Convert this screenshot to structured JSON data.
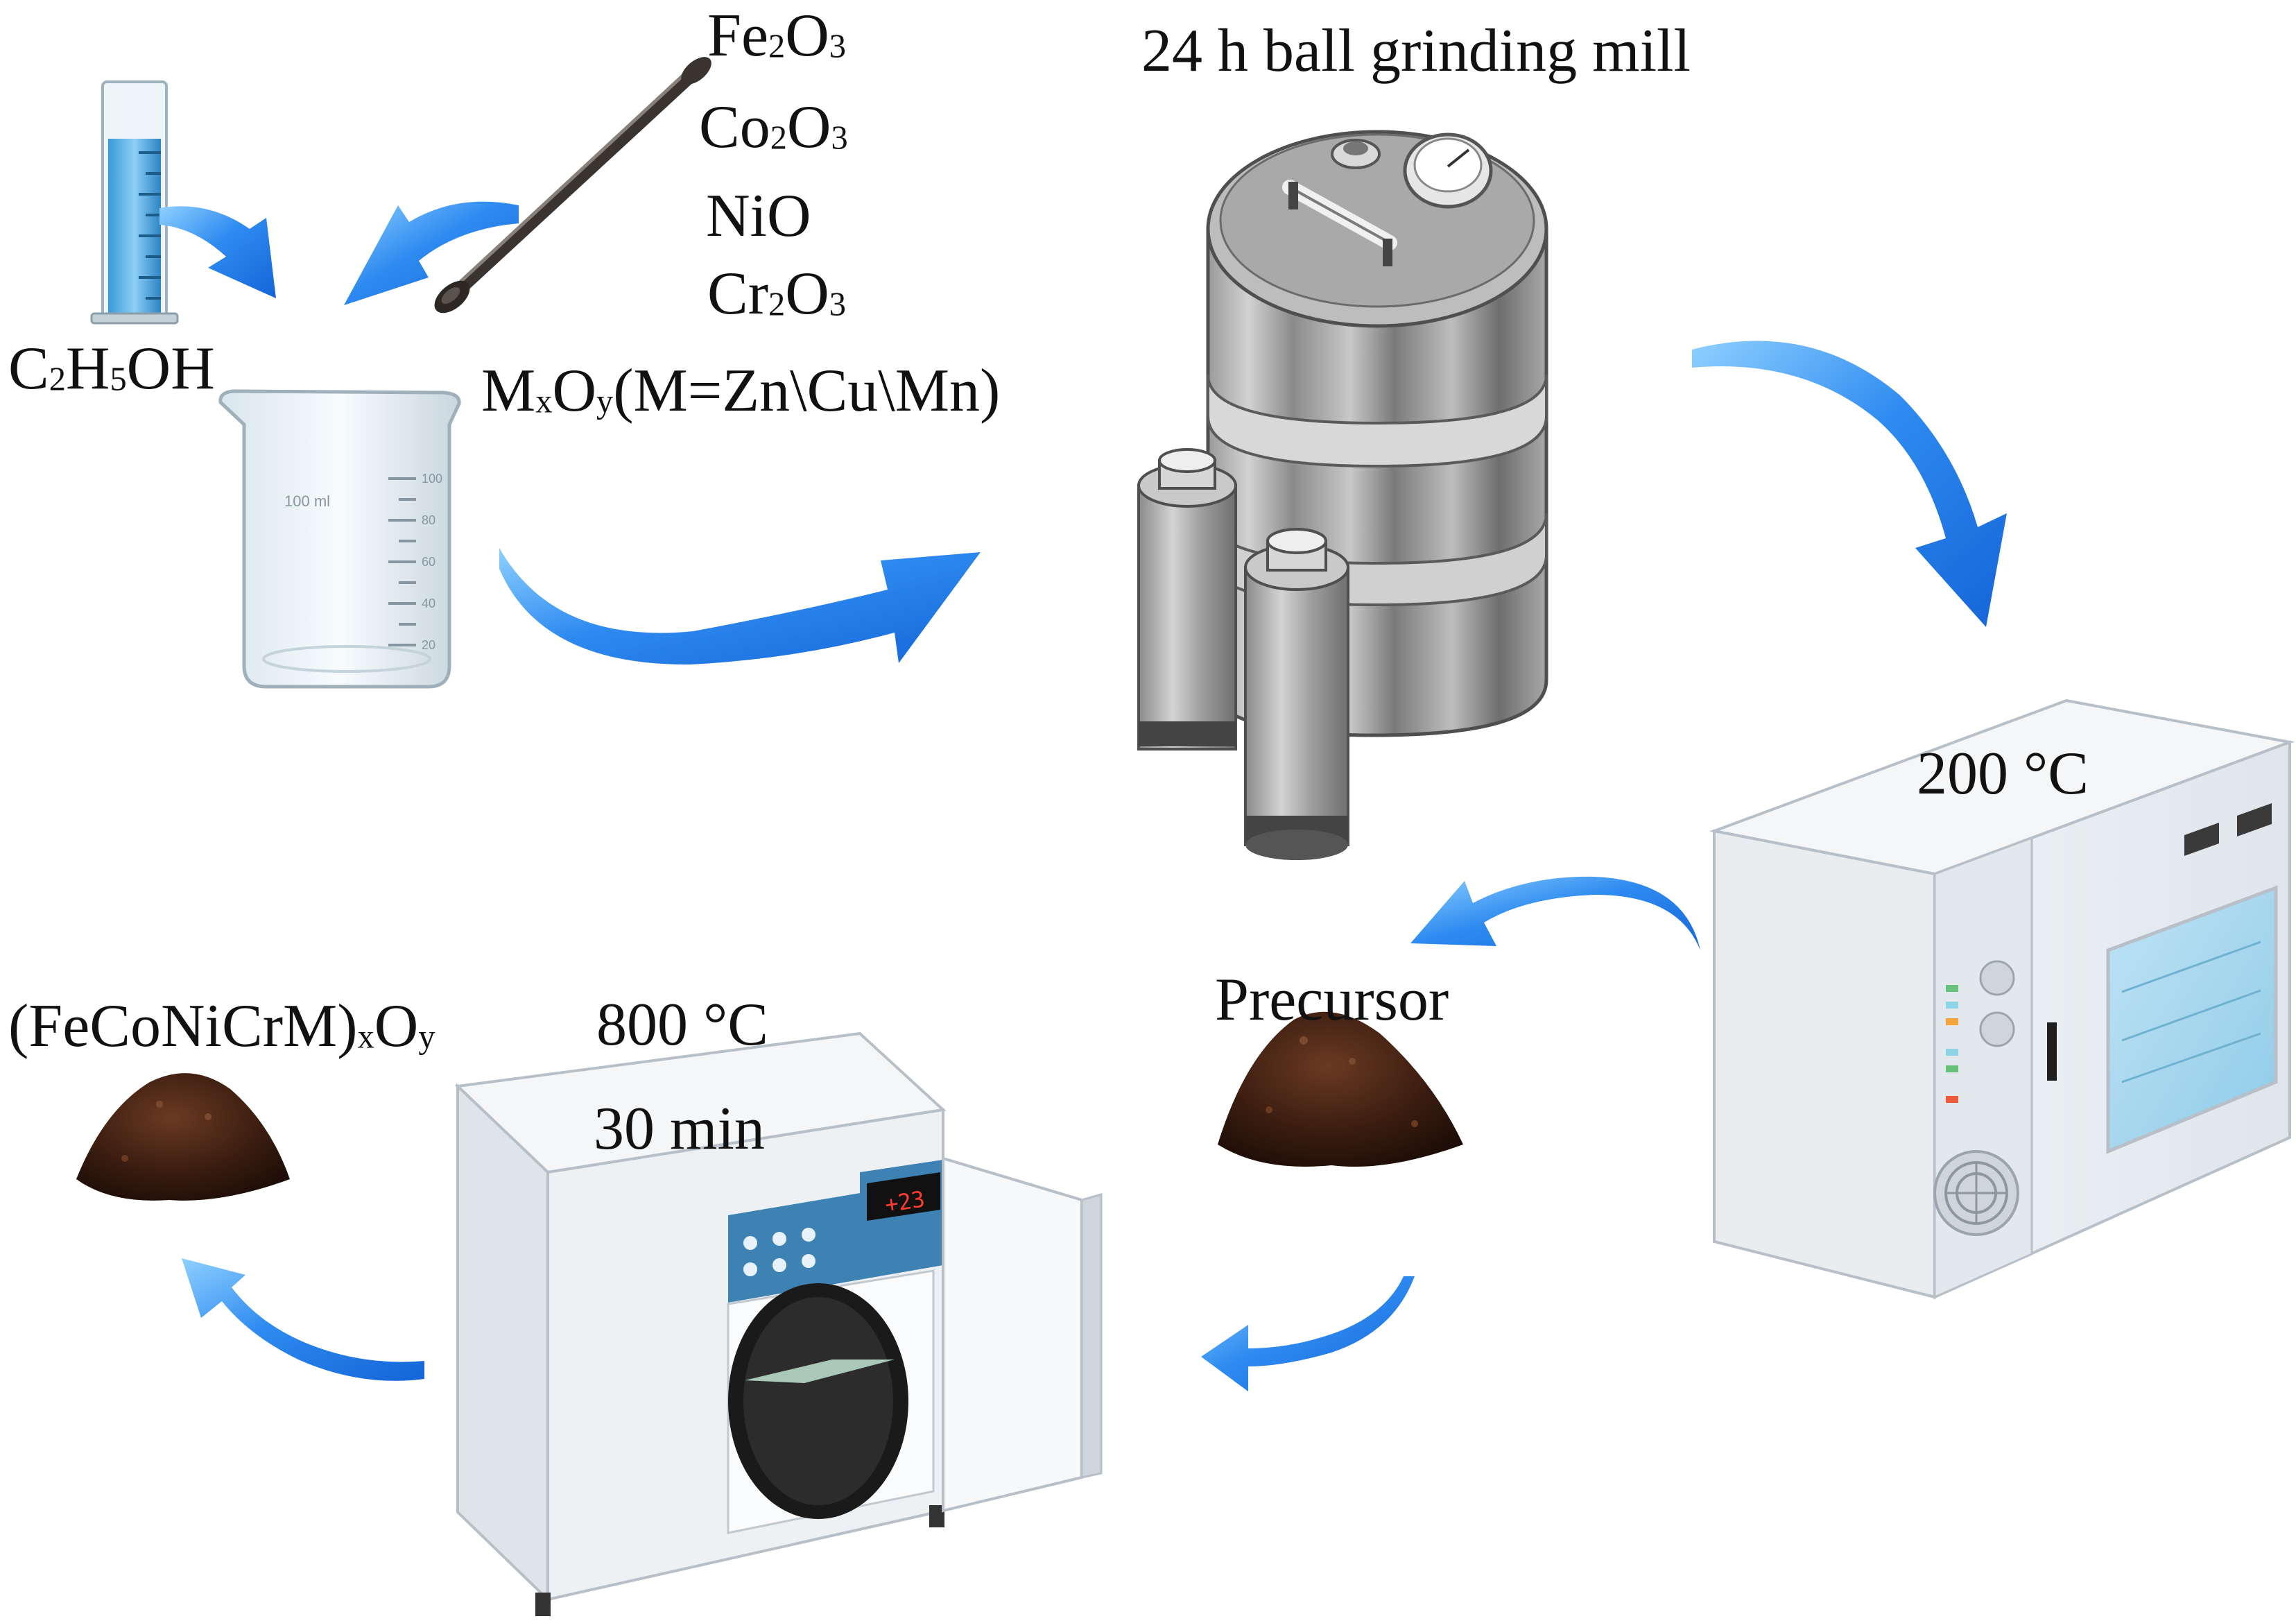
{
  "reagents": {
    "solvent": {
      "main": "C",
      "s1": "2",
      "m2": "H",
      "s2": "5",
      "m3": "OH"
    },
    "fe2o3": {
      "a": "Fe",
      "s1": "2",
      "b": "O",
      "s2": "3"
    },
    "co2o3": {
      "a": "Co",
      "s1": "2",
      "b": "O",
      "s2": "3"
    },
    "nio": "NiO",
    "cr2o3": {
      "a": "Cr",
      "s1": "2",
      "b": "O",
      "s2": "3"
    },
    "mxoy": {
      "a": "M",
      "s1": "x",
      "b": "O",
      "s2": "y",
      "c": "(M=Zn\\Cu\\Mn)"
    }
  },
  "beaker_marks": {
    "volume": "100 ml",
    "ticks": [
      "100",
      "80",
      "60",
      "40",
      "20"
    ]
  },
  "steps": {
    "mill_label": "24 h ball grinding mill",
    "oven1_temp": "200 °C",
    "precursor": "Precursor",
    "furnace_temp": "800 °C",
    "furnace_time": "30 min",
    "furnace_display": "+23"
  },
  "product": {
    "a": "(FeCoNiCrM)",
    "s1": "x",
    "b": "O",
    "s2": "y"
  },
  "colors": {
    "arrow": "#2e8bf0",
    "metal_dark": "#7b7b7b",
    "metal_light": "#c7c7c7",
    "powder": "#3b1d10",
    "panel_blue": "#3e82b3"
  }
}
